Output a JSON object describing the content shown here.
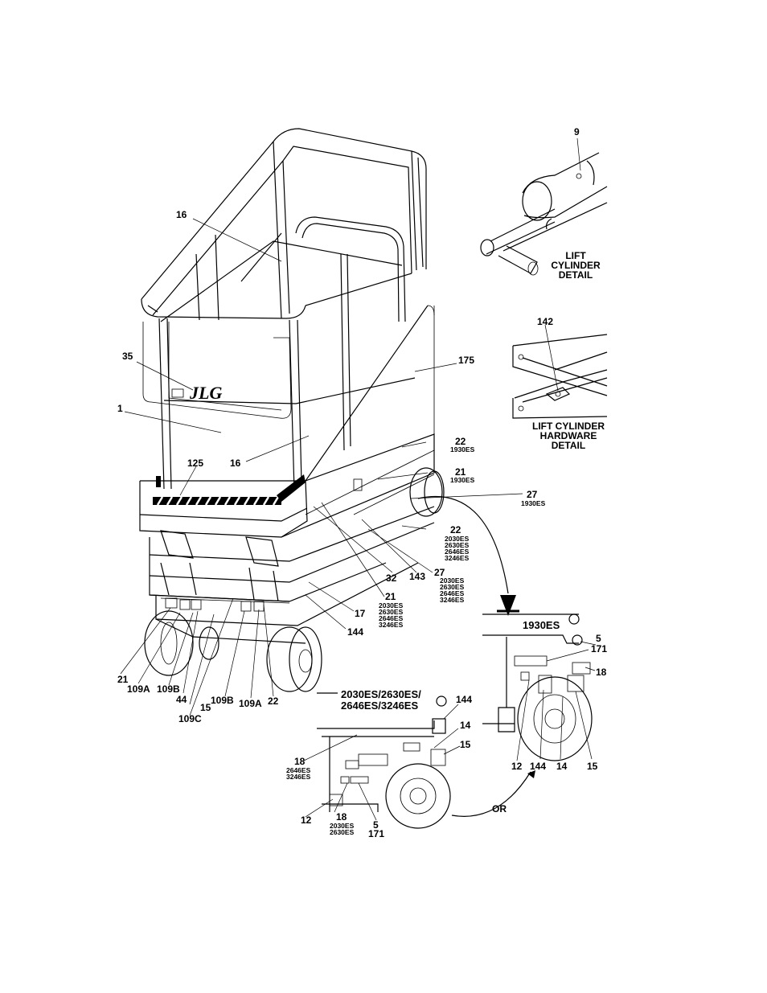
{
  "details": {
    "lift_cylinder": {
      "callout": "9",
      "title": [
        "LIFT",
        "CYLINDER",
        "DETAIL"
      ]
    },
    "lift_cylinder_hardware": {
      "callout": "142",
      "title": [
        "LIFT CYLINDER",
        "HARDWARE",
        "DETAIL"
      ]
    },
    "model_1930": {
      "title": "1930ES"
    },
    "model_2030": {
      "title": [
        "2030ES/2630ES/",
        "2646ES/3246ES"
      ]
    },
    "or_label": "OR"
  },
  "callouts_main": {
    "c16a": "16",
    "c35": "35",
    "c1": "1",
    "c175": "175",
    "c125": "125",
    "c16b": "16",
    "c22a": "22",
    "c22a_sub": [
      "1930ES"
    ],
    "c21a": "21",
    "c21a_sub": [
      "1930ES"
    ],
    "c27a": "27",
    "c27a_sub": [
      "1930ES"
    ],
    "c22b": "22",
    "c22b_sub": [
      "2030ES",
      "2630ES",
      "2646ES",
      "3246ES"
    ],
    "c27b": "27",
    "c27b_sub": [
      "2030ES",
      "2630ES",
      "2646ES",
      "3246ES"
    ],
    "c32": "32",
    "c143": "143",
    "c21b": "21",
    "c21b_sub": [
      "2030ES",
      "2630ES",
      "2646ES",
      "3246ES"
    ],
    "c17": "17",
    "c144": "144",
    "c21c": "21",
    "c109a_l": "109A",
    "c109b_l": "109B",
    "c44": "44",
    "c15": "15",
    "c109c": "109C",
    "c109b_r": "109B",
    "c109a_r": "109A",
    "c22c": "22"
  },
  "callouts_1930": {
    "c5": "5",
    "c171": "171",
    "c18": "18",
    "c12": "12",
    "c144": "144",
    "c14": "14",
    "c15": "15"
  },
  "callouts_2030": {
    "c144": "144",
    "c14": "14",
    "c15": "15",
    "c18a": "18",
    "c18a_sub": [
      "2646ES",
      "3246ES"
    ],
    "c12": "12",
    "c18b": "18",
    "c18b_sub": [
      "2030ES",
      "2630ES"
    ],
    "c5": "5",
    "c171": "171"
  }
}
